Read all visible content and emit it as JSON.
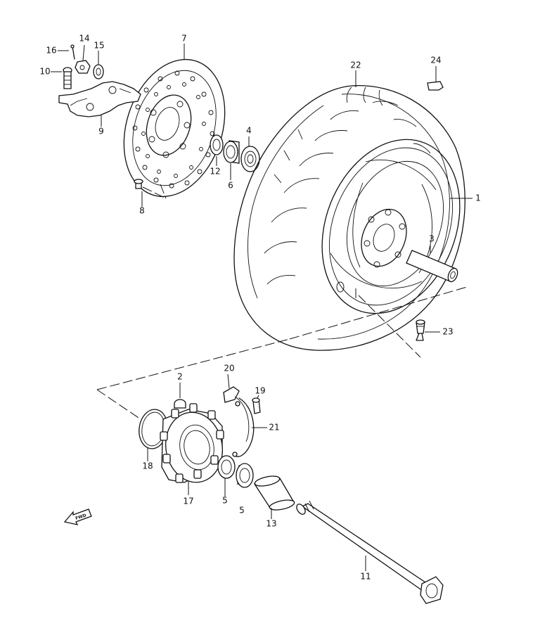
{
  "callouts": {
    "n1": "1",
    "n2": "2",
    "n3": "3",
    "n4": "4",
    "n5a": "5",
    "n5b": "5",
    "n6": "6",
    "n7": "7",
    "n8": "8",
    "n9": "9",
    "n10": "10",
    "n11": "11",
    "n12": "12",
    "n13": "13",
    "n14": "14",
    "n15": "15",
    "n16": "16",
    "n17": "17",
    "n18": "18",
    "n19": "19",
    "n20": "20",
    "n21": "21",
    "n22": "22",
    "n23": "23",
    "n24": "24"
  },
  "fwd_label": "FWD"
}
